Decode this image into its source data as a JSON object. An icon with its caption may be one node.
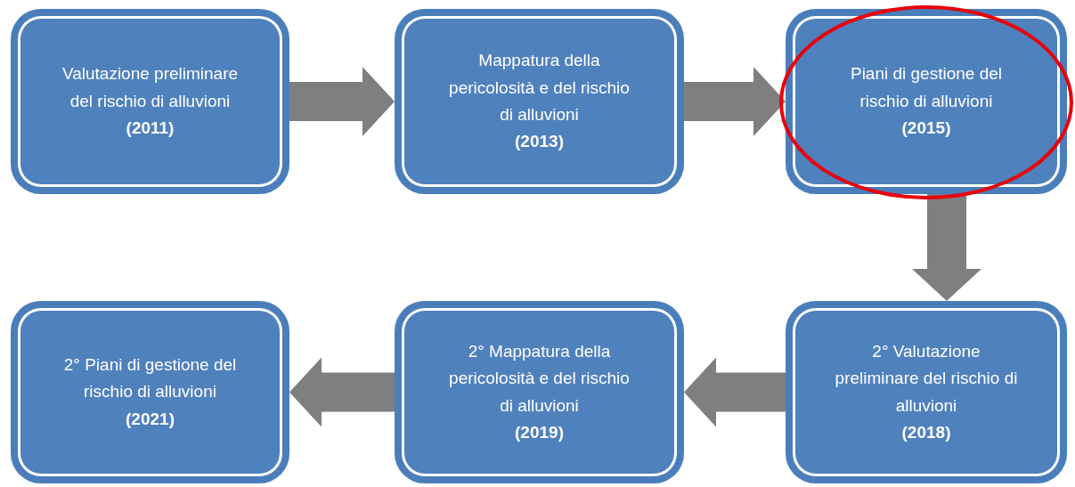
{
  "diagram": {
    "nodes": [
      {
        "text": [
          "Valutazione preliminare del rischio di alluvioni",
          "(2011)"
        ]
      },
      {
        "text": [
          "Mappatura della pericolosità e del rischio di alluvioni",
          "(2013)"
        ]
      },
      {
        "text": [
          "Piani di gestione del rischio di alluvioni",
          "(2015)"
        ]
      },
      {
        "text": [
          "2° Valutazione preliminare del rischio di alluvioni",
          "(2018)"
        ]
      },
      {
        "text": [
          "2° Mappatura della pericolosità e del rischio di alluvioni",
          "(2019)"
        ]
      },
      {
        "text": [
          "2° Piani di gestione del rischio di alluvioni",
          "(2021)"
        ]
      }
    ],
    "edges": [
      {
        "from": 0,
        "to": 1,
        "arrow": "to"
      },
      {
        "from": 1,
        "to": 2,
        "arrow": "to"
      },
      {
        "from": 2,
        "to": 3,
        "arrow": "to"
      },
      {
        "from": 3,
        "to": 4,
        "arrow": "to"
      },
      {
        "from": 4,
        "to": 5,
        "arrow": "to"
      }
    ]
  }
}
